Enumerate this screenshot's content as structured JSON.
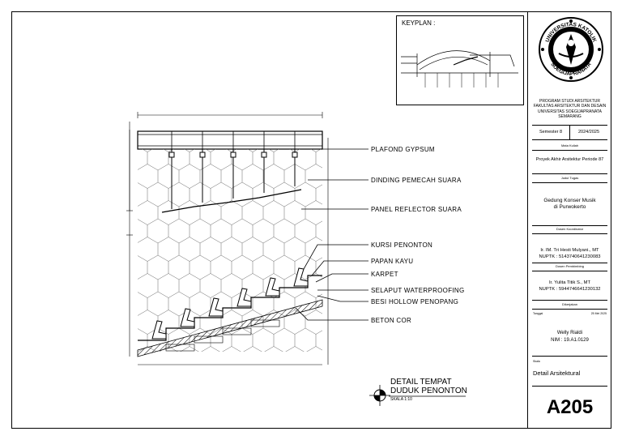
{
  "keyplan": {
    "title": "KEYPLAN :"
  },
  "labels": {
    "plafond": "PLAFOND GYPSUM",
    "dinding": "DINDING PEMECAH SUARA",
    "panel": "PANEL REFLECTOR SUARA",
    "kursi": "KURSI PENONTON",
    "papan": "PAPAN KAYU",
    "karpet": "KARPET",
    "selaput": "SELAPUT WATERPROOFING",
    "besi": "BESI HOLLOW PENOPANG",
    "beton": "BETON COR"
  },
  "detail": {
    "line1": "DETAIL TEMPAT",
    "line2": "DUDUK PENONTON",
    "scale": "SKALA 1:10"
  },
  "titleblock": {
    "program": "PROGRAM STUDI ARSITEKTUR FAKULTAS ARSITEKTUR DAN DESAIN UNIVERSITAS SOEGIJAPRANATA SEMARANG",
    "semester": "Semester 8",
    "year": "2024/2025",
    "matakuliah_label": "Mata Kuliah",
    "matakuliah": "Proyek Akhir Arsitektur Periode 87",
    "judul_label": "Judul Tugas",
    "judul": "Gedung Konser Musik di Purwokerto",
    "koordinator_label": "Dosen Koordinator",
    "koordinator": "Ir. IM. Tri Hesti Mulyani., MT",
    "koordinator_nuptk": "NUPTK : 5143740641230083",
    "pembimbing_label": "Dosen Pembimbing",
    "pembimbing": "Ir. Yulita Titik S., MT",
    "pembimbing_nuptk": "NUPTK : 5944746641230132",
    "dikerjakan_label": "Dikerjakan",
    "tanggal_label": "Tanggal",
    "tanggal": "25 Mei 2025",
    "student": "Welly Rialdi",
    "nim": "NIM : 19.A1.0129",
    "skala_label": "Skala",
    "sheet_title": "Detail Arsitektural",
    "sheet_no": "A205"
  },
  "logo": {
    "top_text": "UNIVERSITAS KATOLIK",
    "bottom_text": "SOEGIJAPRANATA"
  }
}
